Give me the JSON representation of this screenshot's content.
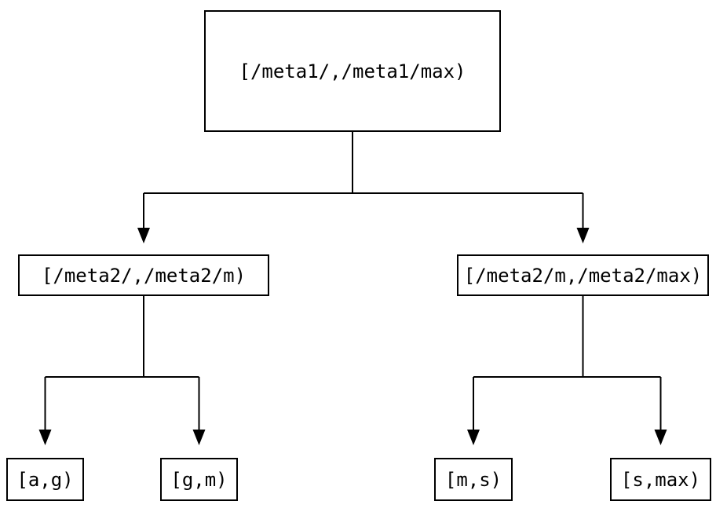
{
  "diagram": {
    "type": "tree",
    "description": "Binary interval-partition tree with three levels of boxed interval labels connected by orthogonal arrows",
    "colors": {
      "background": "#ffffff",
      "line": "#000000",
      "box_border": "#000000",
      "box_fill": "#ffffff",
      "text": "#000000"
    },
    "nodes": {
      "root": {
        "label": "[/meta1/,/meta1/max)"
      },
      "left": {
        "label": "[/meta2/,/meta2/m)"
      },
      "right": {
        "label": "[/meta2/m,/meta2/max)"
      },
      "left_left": {
        "label": "[a,g)"
      },
      "left_right": {
        "label": "[g,m)"
      },
      "right_left": {
        "label": "[m,s)"
      },
      "right_right": {
        "label": "[s,max)"
      }
    },
    "edges": [
      {
        "from": "root",
        "to": "left",
        "arrow": "down"
      },
      {
        "from": "root",
        "to": "right",
        "arrow": "down"
      },
      {
        "from": "left",
        "to": "left_left",
        "arrow": "down"
      },
      {
        "from": "left",
        "to": "left_right",
        "arrow": "down"
      },
      {
        "from": "right",
        "to": "right_left",
        "arrow": "down"
      },
      {
        "from": "right",
        "to": "right_right",
        "arrow": "down"
      }
    ]
  }
}
